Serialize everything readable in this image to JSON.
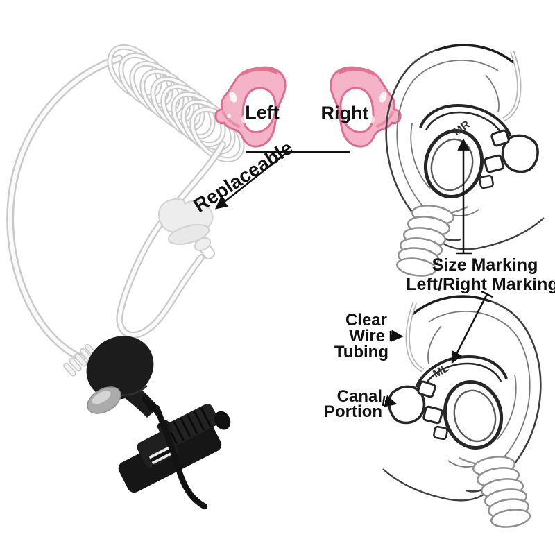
{
  "figure": {
    "type": "earpiece-product-annotation",
    "background": "#ffffff",
    "labels": {
      "left": "Left",
      "right": "Right",
      "replaceable": "Replaceable",
      "size_marking": "Size Marking",
      "left_right_marking": "Left/Right Marking",
      "clear_wire_tubing": [
        "Clear",
        "Wire",
        "Tubing"
      ],
      "canal_portion": [
        "Canal",
        "Portion"
      ],
      "size_mark_right": "MR",
      "size_mark_left": "ML"
    },
    "colors": {
      "earmold_pink_fill": "#f4b3c6",
      "earmold_pink_edge": "#dd6d92",
      "tube_gray": "#c9c9c9",
      "device_black": "#1b1b1b",
      "line_art_dark": "#3f3f3f",
      "line_art_light": "#7a7a7a",
      "label_text": "#111111"
    }
  }
}
